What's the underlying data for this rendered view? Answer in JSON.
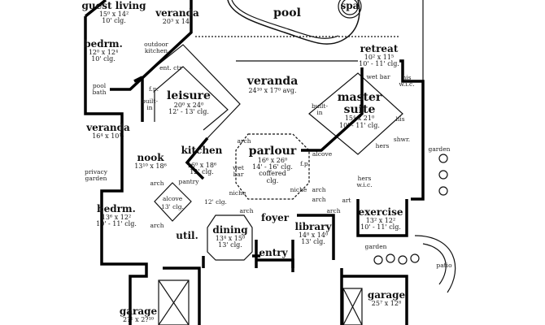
{
  "rooms": {
    "guest_living": {
      "name": "guest living",
      "dims": "15⁰ x 14²",
      "clg": "10' clg."
    },
    "veranda_top": {
      "name": "veranda",
      "dims": "20³ x 14²"
    },
    "pool": {
      "name": "pool"
    },
    "spa": {
      "name": "spa"
    },
    "bedrm_top": {
      "name": "bedrm.",
      "dims": "12⁰ x 12⁴",
      "clg": "10' clg."
    },
    "leisure": {
      "name": "leisure",
      "dims": "20⁰ x 24⁰",
      "clg": "12' - 13' clg."
    },
    "retreat": {
      "name": "retreat",
      "dims": "10² x 11⁵",
      "clg": "10' - 11' clg."
    },
    "veranda_mid": {
      "name": "veranda",
      "dims": "24¹⁰ x 17⁰ avg."
    },
    "master_suite": {
      "name": "master suite",
      "dims": "15⁴ x 21⁰",
      "clg": "10' - 11' clg."
    },
    "veranda_left": {
      "name": "veranda",
      "dims": "16⁴ x 10¹¹"
    },
    "nook": {
      "name": "nook",
      "dims": "13¹⁰ x 18⁶"
    },
    "kitchen": {
      "name": "kitchen",
      "dims": "16⁰ x 18⁶",
      "clg": "12' clg."
    },
    "parlour": {
      "name": "parlour",
      "dims": "16⁶ x 26⁰",
      "clg": "14' - 16' clg.",
      "note": "coffered clg."
    },
    "bedrm_bottom": {
      "name": "bedrm.",
      "dims": "13⁶ x 12²",
      "clg": "10' - 11' clg."
    },
    "exercise": {
      "name": "exercise",
      "dims": "13² x 12²",
      "clg": "10' - 11' clg."
    },
    "foyer": {
      "name": "foyer"
    },
    "library": {
      "name": "library",
      "dims": "14⁸ x 14⁰",
      "clg": "13' clg."
    },
    "dining": {
      "name": "dining",
      "dims": "13⁴ x 15⁰",
      "clg": "13' clg."
    },
    "util": {
      "name": "util."
    },
    "entry": {
      "name": "entry"
    },
    "garage_right": {
      "name": "garage",
      "dims": "25⁷ x 12⁸"
    },
    "garage_left": {
      "name": "garage",
      "dims": "2?¹ x 2?¹⁰"
    }
  },
  "notes": {
    "outdoor_kitchen": "outdoor kitchen",
    "ent_ctr": "ent. ctr",
    "fp_leisure": "f.p.",
    "builtin_leisure": "built-in",
    "pool_bath": "pool bath",
    "wet_bar_retreat": "wet bar",
    "his_wic": "his w.i.c.",
    "builtin_master": "built-in",
    "his": "his",
    "hers": "hers",
    "shwr": "shwr.",
    "garden_right": "garden",
    "privacy_garden": "privacy garden",
    "arch_nook": "arch",
    "pantry": "pantry",
    "niche_kitchen": "niche",
    "arch_parlour": "arch",
    "wet_bar_parlour": "wet bar",
    "fp_parlour": "f.p.",
    "niche_parlour": "niche",
    "alcove_right": "alcove",
    "hers_wic": "hers w.i.c.",
    "arch_mid": "arch",
    "arch_mid2": "arch",
    "art": "art",
    "alcove_left": "alcove",
    "alcove_left_clg": "13' clg.",
    "clg_12": "12' clg.",
    "arch_bedrm": "arch",
    "arch_foyer": "arch",
    "arch_library": "arch",
    "garden_bottom": "garden",
    "patio": "patio"
  }
}
